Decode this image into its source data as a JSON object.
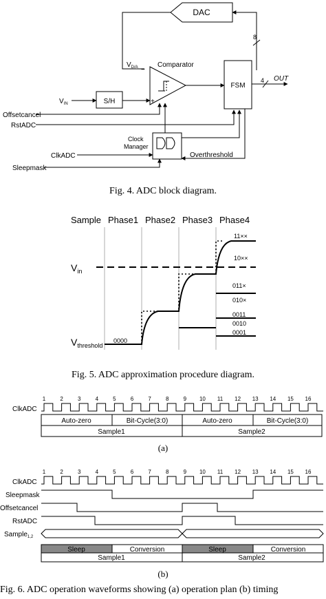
{
  "fig4": {
    "caption": "Fig. 4.   ADC block diagram.",
    "dac": "DAC",
    "comparator": "Comparator",
    "vda_main": "V",
    "vda_sub": "D/A",
    "vin_main": "V",
    "vin_sub": "IN",
    "sh": "S/H",
    "fsm": "FSM",
    "out": "OUT",
    "bus8": "8",
    "bus4": "4",
    "minus": "−",
    "plus": "+",
    "offsetcancel": "Offsetcancel",
    "rstadc": "RstADC",
    "clock_manager_line1": "Clock",
    "clock_manager_line2": "Manager",
    "clkadc": "ClkADC",
    "overthreshold": "Overthreshold",
    "sleepmask": "Sleepmask"
  },
  "fig5": {
    "caption": "Fig. 5.   ADC approximation procedure diagram.",
    "phases": [
      "Sample",
      "Phase1",
      "Phase2",
      "Phase3",
      "Phase4"
    ],
    "vin_main": "V",
    "vin_sub": "in",
    "vth_main": "V",
    "vth_sub": "threshold",
    "codes": [
      "0000",
      "11××",
      "10××",
      "011×",
      "010×",
      "0011",
      "0010",
      "0001"
    ]
  },
  "fig6": {
    "clock_numbers": [
      "1",
      "2",
      "3",
      "4",
      "5",
      "6",
      "7",
      "8",
      "9",
      "10",
      "11",
      "12",
      "13",
      "14",
      "15",
      "16"
    ],
    "a": {
      "clk_label": "ClkADC",
      "segments": [
        "Auto-zero",
        "Bit-Cycle(3:0)",
        "Auto-zero",
        "Bit-Cycle(3:0)"
      ],
      "samples": [
        "Sample1",
        "Sample2"
      ],
      "label": "(a)"
    },
    "b": {
      "clk_label": "ClkADC",
      "signals": [
        "Sleepmask",
        "Offsetcancel",
        "RstADC"
      ],
      "sample_main": "Sample",
      "sample_sub": "1,2",
      "segments": [
        "Sleep",
        "Conversion",
        "Sleep",
        "Conversion"
      ],
      "samples": [
        "Sample1",
        "Sample2"
      ],
      "label": "(b)"
    },
    "caption": "Fig. 6.   ADC operation waveforms showing (a) operation plan (b) timing"
  }
}
